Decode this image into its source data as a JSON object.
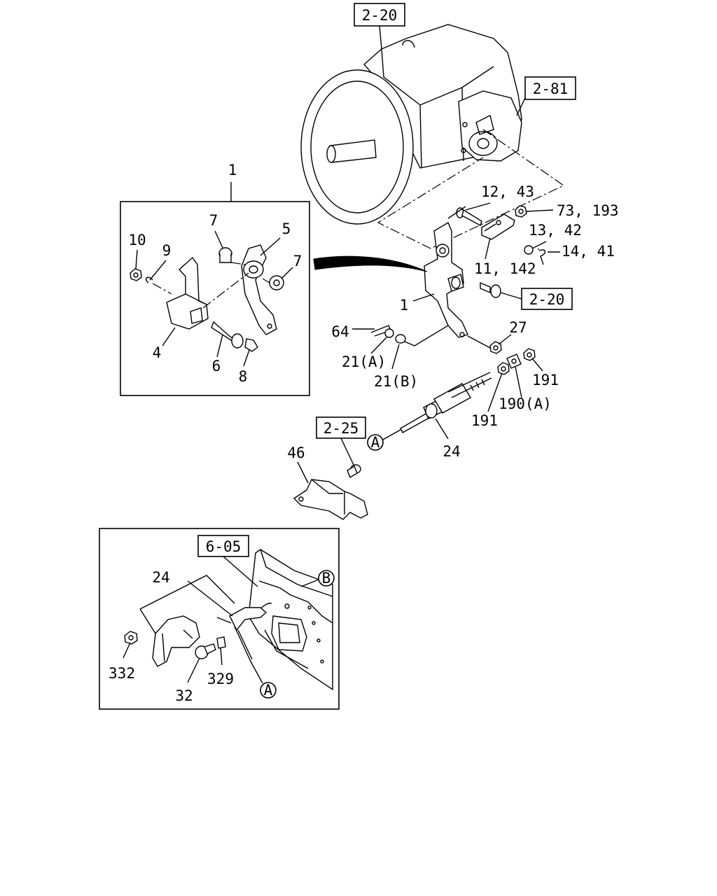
{
  "refs": {
    "trans_top": "2-20",
    "trans_right": "2-81",
    "bracket_ref": "2-20",
    "lower_ref": "2-25",
    "inset_ref": "6-05"
  },
  "circles": {
    "a1": "A",
    "a2": "A",
    "b": "B"
  },
  "labels": {
    "p1_top": "1",
    "p1_main": "1",
    "p4": "4",
    "p5": "5",
    "p6": "6",
    "p7a": "7",
    "p7b": "7",
    "p8": "8",
    "p9": "9",
    "p10": "10",
    "p11": "11, 142",
    "p12": "12, 43",
    "p13": "13, 42",
    "p14": "14, 41",
    "p21a": "21(A)",
    "p21b": "21(B)",
    "p24": "24",
    "p24_inset": "24",
    "p27": "27",
    "p32": "32",
    "p46": "46",
    "p64": "64",
    "p73": "73, 193",
    "p190": "190(A)",
    "p191a": "191",
    "p191b": "191",
    "p329": "329",
    "p332": "332"
  }
}
